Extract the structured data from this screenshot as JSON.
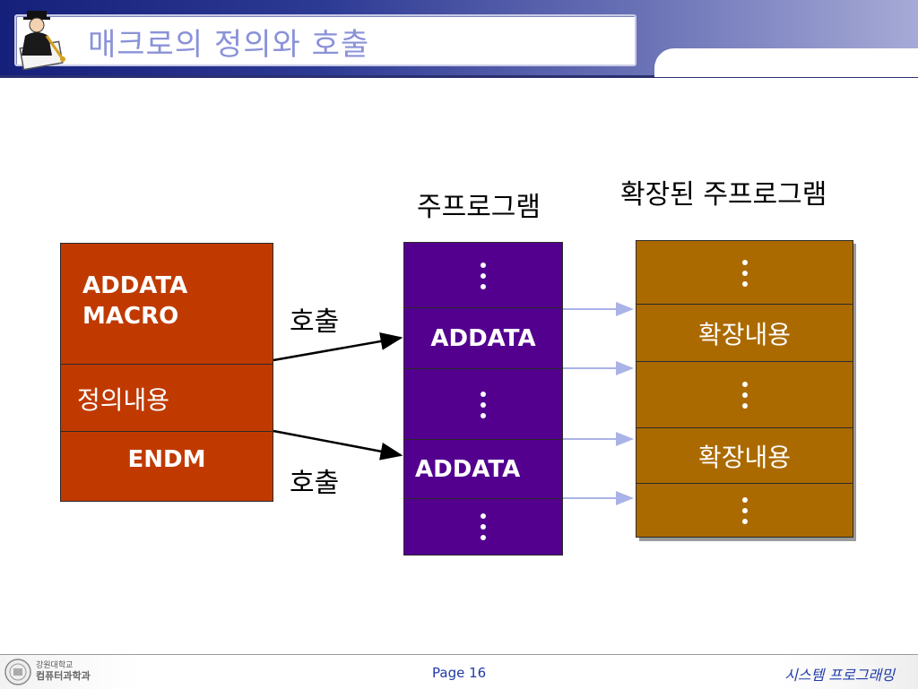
{
  "header": {
    "title": "매크로의 정의와 호출"
  },
  "diagram": {
    "definition_block": {
      "head": "ADDATA\nMACRO",
      "head_line1": "ADDATA",
      "head_line2": "MACRO",
      "body": "정의내용",
      "end": "ENDM"
    },
    "main_program": {
      "title": "주프로그램",
      "rows": [
        "⋮",
        "ADDATA",
        "⋮",
        "ADDATA",
        "⋮"
      ]
    },
    "expanded_program": {
      "title": "확장된 주프로그램",
      "rows": [
        "⋮",
        "확장내용",
        "⋮",
        "확장내용",
        "⋮"
      ]
    },
    "call_labels": [
      "호출",
      "호출"
    ],
    "colors": {
      "definition": "#c03a00",
      "main": "#53008f",
      "expanded": "#ab6a00",
      "arrow_light": "#aab3e8"
    }
  },
  "footer": {
    "dept_line1": "강원대학교",
    "dept_line2": "컴퓨터과학과",
    "page": "Page 16",
    "course": "시스템 프로그래밍"
  }
}
